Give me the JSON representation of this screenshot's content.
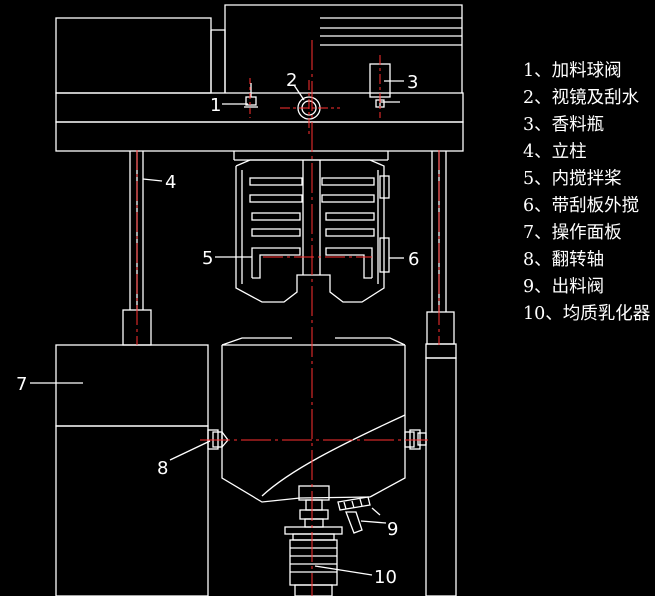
{
  "colors": {
    "background": "#000000",
    "outline": "#ffffff",
    "centerline": "#ff3030"
  },
  "callouts": [
    {
      "id": "1",
      "text": "1"
    },
    {
      "id": "2",
      "text": "2"
    },
    {
      "id": "3",
      "text": "3"
    },
    {
      "id": "4",
      "text": "4"
    },
    {
      "id": "5",
      "text": "5"
    },
    {
      "id": "6",
      "text": "6"
    },
    {
      "id": "7",
      "text": "7"
    },
    {
      "id": "8",
      "text": "8"
    },
    {
      "id": "9",
      "text": "9"
    },
    {
      "id": "10",
      "text": "10"
    }
  ],
  "legend": [
    {
      "text": "1、加料球阀"
    },
    {
      "text": "2、视镜及刮水"
    },
    {
      "text": "3、香料瓶"
    },
    {
      "text": "4、立柱"
    },
    {
      "text": "5、内搅拌桨"
    },
    {
      "text": "6、带刮板外搅"
    },
    {
      "text": "7、操作面板"
    },
    {
      "text": "8、翻转轴"
    },
    {
      "text": "9、出料阀"
    },
    {
      "text": "10、均质乳化器"
    }
  ]
}
